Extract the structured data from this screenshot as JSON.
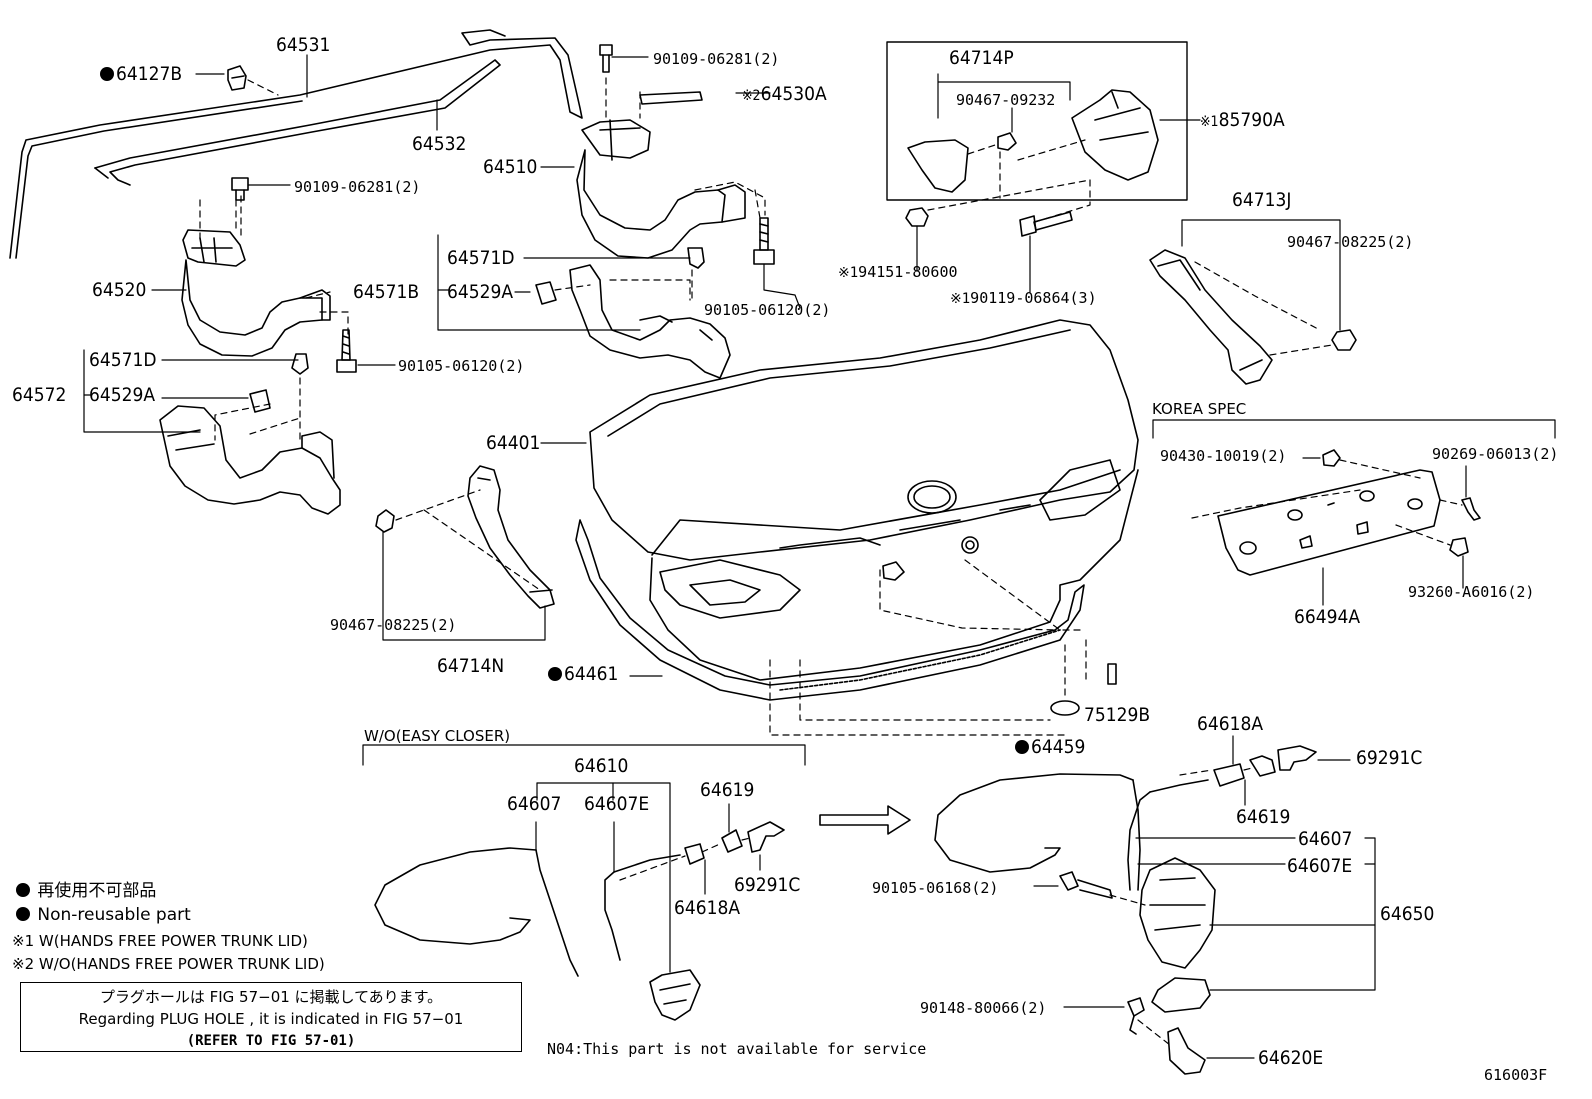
{
  "labels": {
    "p64531": "64531",
    "p64127B": "64127B",
    "p64532": "64532",
    "p90109a": "90109-06281(2)",
    "p64530A": "64530A",
    "p64510": "64510",
    "p90109b": "90109-06281(2)",
    "p64520": "64520",
    "p64571D_a": "64571D",
    "p64571B": "64571B",
    "p64529A_a": "64529A",
    "p90105a": "90105-06120(2)",
    "p64571D_b": "64571D",
    "p90105b": "90105-06120(2)",
    "p64572": "64572",
    "p64529A_b": "64529A",
    "p64714P": "64714P",
    "p90467_09232": "90467-09232",
    "p85790A": "85790A",
    "p94151": "94151-80600",
    "p90119": "90119-06864(3)",
    "p64713J": "64713J",
    "p90467_08225a": "90467-08225(2)",
    "p64401": "64401",
    "p90467_08225b": "90467-08225(2)",
    "p64714N": "64714N",
    "p64461": "64461",
    "p75129B": "75129B",
    "p64459": "64459",
    "p90430": "90430-10019(2)",
    "p90269": "90269-06013(2)",
    "p93260": "93260-A6016(2)",
    "p66494A": "66494A",
    "p64610": "64610",
    "p64607_l": "64607",
    "p64607E_l": "64607E",
    "p64619_l": "64619",
    "p69291C_l": "69291C",
    "p64618A_l": "64618A",
    "p64618A_r": "64618A",
    "p69291C_r": "69291C",
    "p64619_r": "64619",
    "p64607_r": "64607",
    "p64607E_r": "64607E",
    "p90105_06168": "90105-06168(2)",
    "p64650": "64650",
    "p90148": "90148-80066(2)",
    "p64620E": "64620E"
  },
  "ref_marks": {
    "mark1": "※1",
    "mark2": "※2"
  },
  "headers": {
    "korea_spec": "KOREA SPEC",
    "wo_easy_closer": "W/O(EASY CLOSER)"
  },
  "legend": {
    "non_reusable_jp": "再使用不可部品",
    "non_reusable_en": "Non-reusable part",
    "note1": "※1 W(HANDS FREE POWER TRUNK LID)",
    "note2": "※2 W/O(HANDS FREE POWER TRUNK LID)"
  },
  "note_box": {
    "line_jp": "プラグホールは FIG 57−01 に掲載してあります。",
    "line_en": "Regarding  PLUG  HOLE , it is indicated in FIG  57−01",
    "line_ref": "(REFER TO FIG 57-01)"
  },
  "footer_note": "N04:This part is not available for service",
  "figure_code": "616003F"
}
